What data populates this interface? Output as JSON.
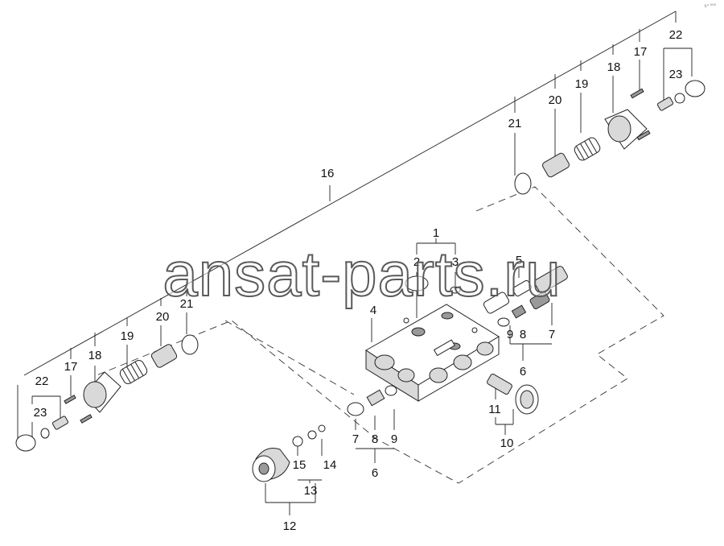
{
  "watermark": "ansat-parts.ru",
  "corner_mark": "s⁴ ⁰⁰⁰",
  "callouts": {
    "c1": "1",
    "c2": "2",
    "c3": "3",
    "c4": "4",
    "c5": "5",
    "c6a": "6",
    "c6b": "6",
    "c7a": "7",
    "c7b": "7",
    "c8a": "8",
    "c8b": "8",
    "c9a": "9",
    "c9b": "9",
    "c10": "10",
    "c11": "11",
    "c12": "12",
    "c13": "13",
    "c14": "14",
    "c15": "15",
    "c16": "16",
    "c17a": "17",
    "c17b": "17",
    "c18a": "18",
    "c18b": "18",
    "c19a": "19",
    "c19b": "19",
    "c20a": "20",
    "c20b": "20",
    "c21a": "21",
    "c21b": "21",
    "c22a": "22",
    "c22b": "22",
    "c23a": "23",
    "c23b": "23"
  }
}
